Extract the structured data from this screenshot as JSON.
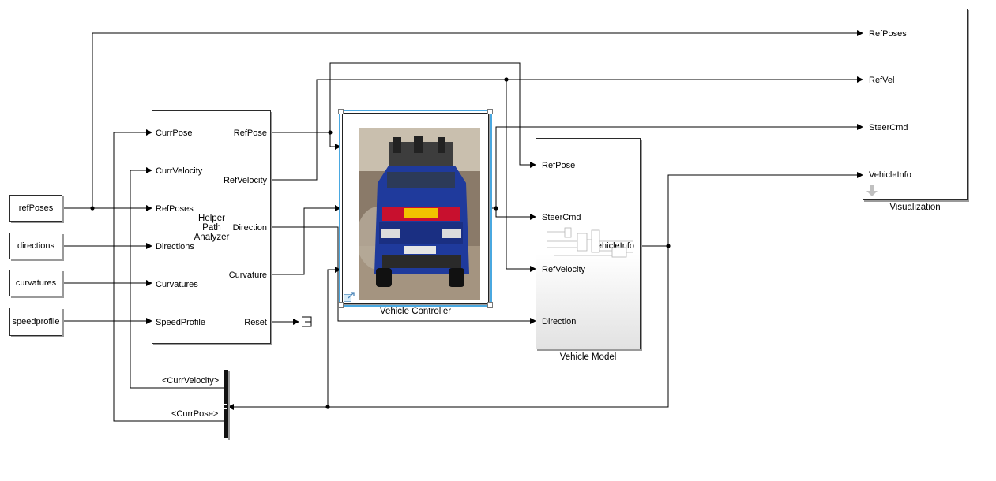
{
  "sources": [
    "refPoses",
    "directions",
    "curvatures",
    "speedprofile"
  ],
  "helper": {
    "name_lines": [
      "Helper",
      "Path",
      "Analyzer"
    ],
    "inputs": [
      "CurrPose",
      "CurrVelocity",
      "RefPoses",
      "Directions",
      "Curvatures",
      "SpeedProfile"
    ],
    "outputs": [
      "RefPose",
      "RefVelocity",
      "Direction",
      "Curvature",
      "Reset"
    ]
  },
  "controller": {
    "name": "Vehicle Controller",
    "image": "blue-suv-photo"
  },
  "vehicle_model": {
    "name": "Vehicle Model",
    "inputs": [
      "RefPose",
      "SteerCmd",
      "RefVelocity",
      "Direction"
    ],
    "outputs": [
      "VehicleInfo"
    ]
  },
  "visualization": {
    "name": "Visualization",
    "inputs": [
      "RefPoses",
      "RefVel",
      "SteerCmd",
      "VehicleInfo"
    ]
  },
  "bus_selector": {
    "outputs": [
      "<CurrVelocity>",
      "<CurrPose>"
    ]
  },
  "colors": {
    "line": "#000000",
    "selected": "#4aa8e0",
    "block_border": "#2b2b2b",
    "shadow": "#9a9a9a"
  }
}
